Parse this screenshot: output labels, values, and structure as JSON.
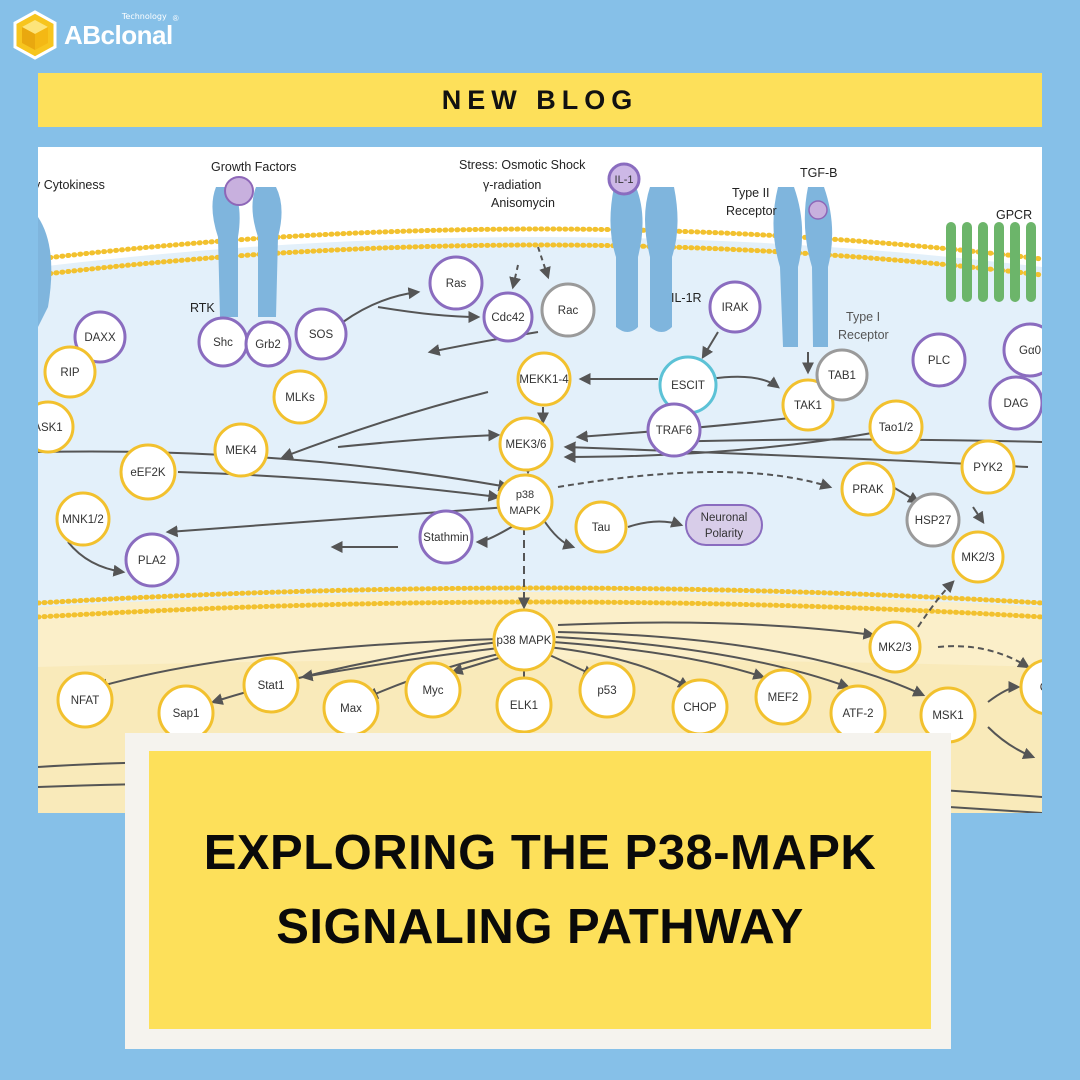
{
  "brand": {
    "name": "ABclonal",
    "tagline": "Technology"
  },
  "banner": {
    "label": "NEW BLOG"
  },
  "title": {
    "line1": "EXPLORING THE P38-MAPK",
    "line2": "SIGNALING PATHWAY"
  },
  "colors": {
    "background": "#86c0e8",
    "accent_yellow": "#fde05a",
    "frame": "#f5f3ee"
  },
  "diagram": {
    "top_labels": {
      "cytokines": "y Cytokiness",
      "growth": "Growth Factors",
      "stress1": "Stress: Osmotic Shock",
      "stress2": "γ-radiation",
      "stress3": "Anisomycin",
      "tgf": "TGF-B",
      "type2a": "Type II",
      "type2b": "Receptor",
      "gpcr": "GPCR",
      "rtk": "RTK",
      "il1r": "IL-1R",
      "type1a": "Type I",
      "type1b": "Receptor"
    },
    "nodes": {
      "il1": "IL-1",
      "daxx": "DAXX",
      "rip": "RIP",
      "ask1": "ASK1",
      "shc": "Shc",
      "grb2": "Grb2",
      "sos": "SOS",
      "ras": "Ras",
      "cdc42": "Cdc42",
      "rac": "Rac",
      "irak": "IRAK",
      "mlks": "MLKs",
      "mekk14": "MEKK1-4",
      "escit": "ESCIT",
      "traf6": "TRAF6",
      "tak1": "TAK1",
      "tab1": "TAB1",
      "plc": "PLC",
      "gq": "Gα0",
      "dag": "DAG",
      "tao12": "Tao1/2",
      "mek4": "MEK4",
      "mek36": "MEK3/6",
      "eef2k": "eEF2K",
      "pyk2": "PYK2",
      "p38a": "p38",
      "p38b": "MAPK",
      "prak": "PRAK",
      "hsp27": "HSP27",
      "mnk12": "MNK1/2",
      "stathmin": "Stathmin",
      "tau": "Tau",
      "neuronal1": "Neuronal",
      "neuronal2": "Polarity",
      "pla2": "PLA2",
      "mk23a": "MK2/3",
      "p38nuc": "p38 MAPK",
      "mk23b": "MK2/3",
      "nfat": "NFAT",
      "sap1": "Sap1",
      "stat1": "Stat1",
      "max": "Max",
      "myc": "Myc",
      "elk1": "ELK1",
      "p53": "p53",
      "chop": "CHOP",
      "mef2": "MEF2",
      "atf2": "ATF-2",
      "msk1": "MSK1",
      "cr": "CR"
    }
  }
}
